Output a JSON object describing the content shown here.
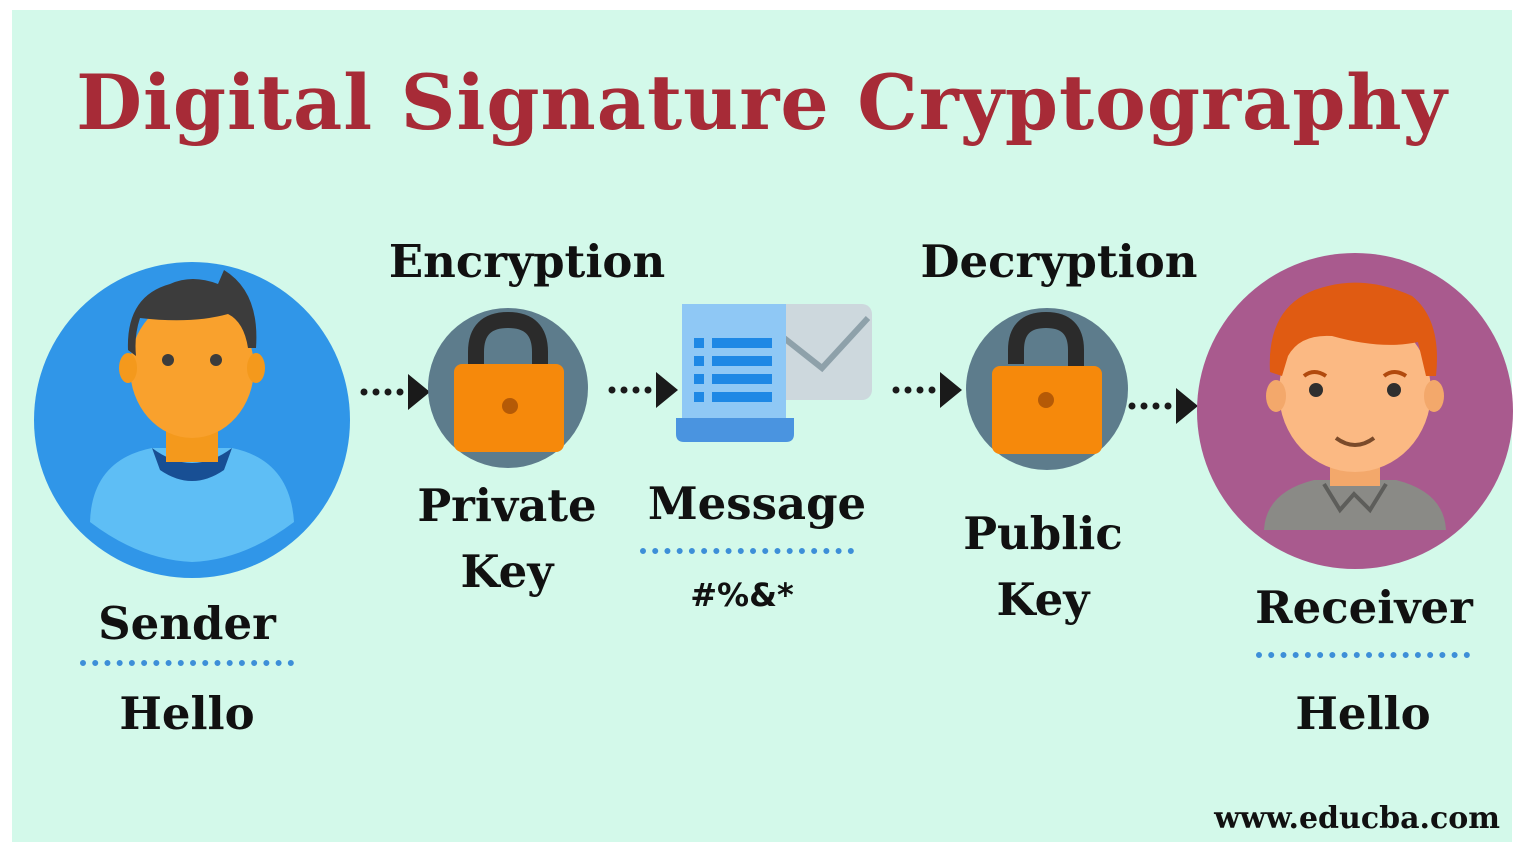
{
  "title": "Digital Signature Cryptography",
  "sender": {
    "label": "Sender",
    "text": "Hello"
  },
  "encryption": {
    "heading": "Encryption",
    "key_label_line1": "Private",
    "key_label_line2": "Key"
  },
  "message": {
    "label": "Message",
    "cipher": "#%&*"
  },
  "decryption": {
    "heading": "Decryption",
    "key_label_line1": "Public",
    "key_label_line2": "Key"
  },
  "receiver": {
    "label": "Receiver",
    "text": "Hello"
  },
  "footer": {
    "website": "www.educba.com"
  },
  "icons": {
    "sender": "sender-avatar-icon",
    "private_key": "locked-padlock-icon",
    "message": "document-envelope-icon",
    "public_key": "unlocked-padlock-icon",
    "receiver": "receiver-avatar-icon"
  },
  "colors": {
    "background": "#d3f9ea",
    "title": "#a72b37",
    "sender_circle": "#3096e8",
    "receiver_circle": "#a95a8e",
    "lock_circle": "#5d7c8c",
    "padlock": "#f6890b",
    "dots": "#3d8fd8"
  }
}
